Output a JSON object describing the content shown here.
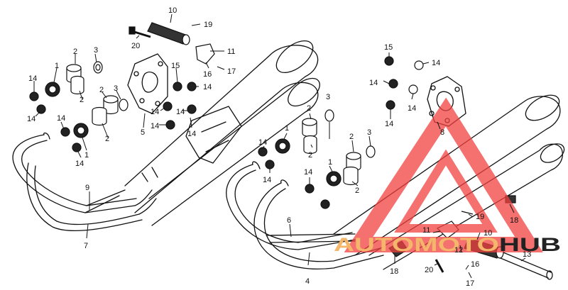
{
  "diagram": {
    "callouts": [
      {
        "id": "c10a",
        "text": "10"
      },
      {
        "id": "c19a",
        "text": "19"
      },
      {
        "id": "c20a",
        "text": "20"
      },
      {
        "id": "c11a",
        "text": "11"
      },
      {
        "id": "c16a",
        "text": "16"
      },
      {
        "id": "c17a",
        "text": "17"
      },
      {
        "id": "c2a",
        "text": "2"
      },
      {
        "id": "c3a",
        "text": "3"
      },
      {
        "id": "c1a",
        "text": "1"
      },
      {
        "id": "c14a",
        "text": "14"
      },
      {
        "id": "c2b",
        "text": "2"
      },
      {
        "id": "c14b",
        "text": "14"
      },
      {
        "id": "c15a",
        "text": "15"
      },
      {
        "id": "c14c",
        "text": "14"
      },
      {
        "id": "c2c",
        "text": "2"
      },
      {
        "id": "c3b",
        "text": "3"
      },
      {
        "id": "c2d",
        "text": "2"
      },
      {
        "id": "c14d",
        "text": "14"
      },
      {
        "id": "c14e",
        "text": "14"
      },
      {
        "id": "c14f",
        "text": "14"
      },
      {
        "id": "c5a",
        "text": "5"
      },
      {
        "id": "c14g",
        "text": "14"
      },
      {
        "id": "c14h",
        "text": "14"
      },
      {
        "id": "c1b",
        "text": "1"
      },
      {
        "id": "c14i",
        "text": "14"
      },
      {
        "id": "c9a",
        "text": "9"
      },
      {
        "id": "c7a",
        "text": "7"
      },
      {
        "id": "c15b",
        "text": "15"
      },
      {
        "id": "c14j",
        "text": "14"
      },
      {
        "id": "c14k",
        "text": "14"
      },
      {
        "id": "c14l",
        "text": "14"
      },
      {
        "id": "c14m",
        "text": "14"
      },
      {
        "id": "c8a",
        "text": "8"
      },
      {
        "id": "c2e",
        "text": "2"
      },
      {
        "id": "c3c",
        "text": "3"
      },
      {
        "id": "c14n",
        "text": "14"
      },
      {
        "id": "c1c",
        "text": "1"
      },
      {
        "id": "c14o",
        "text": "14"
      },
      {
        "id": "c2f",
        "text": "2"
      },
      {
        "id": "c2g",
        "text": "2"
      },
      {
        "id": "c3d",
        "text": "3"
      },
      {
        "id": "c1d",
        "text": "1"
      },
      {
        "id": "c14p",
        "text": "14"
      },
      {
        "id": "c2h",
        "text": "2"
      },
      {
        "id": "c6a",
        "text": "6"
      },
      {
        "id": "c4a",
        "text": "4"
      },
      {
        "id": "c18a",
        "text": "18"
      },
      {
        "id": "c19b",
        "text": "19"
      },
      {
        "id": "c18b",
        "text": "18"
      },
      {
        "id": "c11b",
        "text": "11"
      },
      {
        "id": "c10b",
        "text": "10"
      },
      {
        "id": "c12a",
        "text": "12"
      },
      {
        "id": "c13a",
        "text": "13"
      },
      {
        "id": "c20b",
        "text": "20"
      },
      {
        "id": "c16b",
        "text": "16"
      },
      {
        "id": "c17b",
        "text": "17"
      }
    ]
  },
  "watermark": {
    "text_part1": "AUTOMOTO",
    "text_part2": "HUB",
    "color_part1": "#f3b66a",
    "color_part2": "#222222",
    "triangle_color": "#f0413f"
  }
}
